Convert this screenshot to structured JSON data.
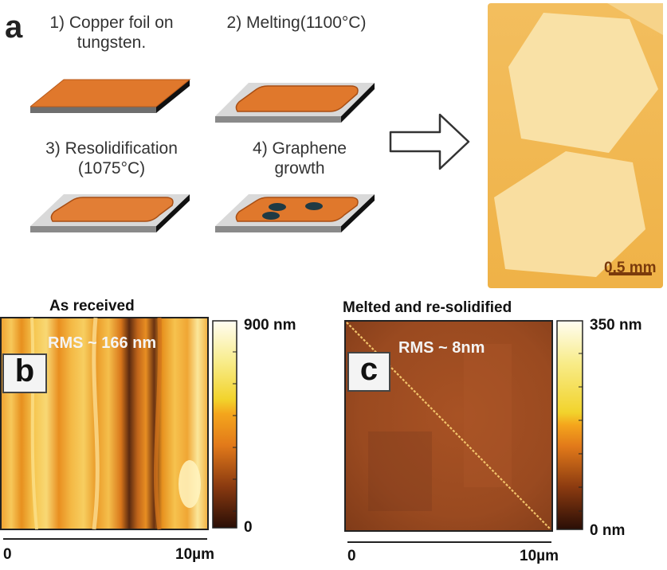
{
  "panel_a": {
    "letter": "a",
    "steps": [
      {
        "label_line1": "1) Copper foil on",
        "label_line2": "tungsten."
      },
      {
        "label_line1": "2) Melting(1100°C)",
        "label_line2": ""
      },
      {
        "label_line1": "3) Resolidification",
        "label_line2": "(1075°C)"
      },
      {
        "label_line1": "4) Graphene",
        "label_line2": "growth"
      }
    ],
    "micrograph": {
      "scale_bar_label": "0.5 mm"
    }
  },
  "panel_b": {
    "letter": "b",
    "title": "As received",
    "rms_label": "RMS ~ 166 nm",
    "colorbar_max": "900 nm",
    "colorbar_min": "0",
    "axis_start": "0",
    "axis_end": "10µm"
  },
  "panel_c": {
    "letter": "c",
    "title": "Melted and re-solidified",
    "rms_label": "RMS ~ 8nm",
    "colorbar_max": "350 nm",
    "colorbar_min": "0 nm",
    "axis_start": "0",
    "axis_end": "10µm"
  },
  "colors": {
    "copper": "#e0782c",
    "plate": "#d9d9d9",
    "afm_dark": "#3a1a0a",
    "afm_bright": "#fff6c8",
    "micrograph_bg": "#f1b752"
  }
}
